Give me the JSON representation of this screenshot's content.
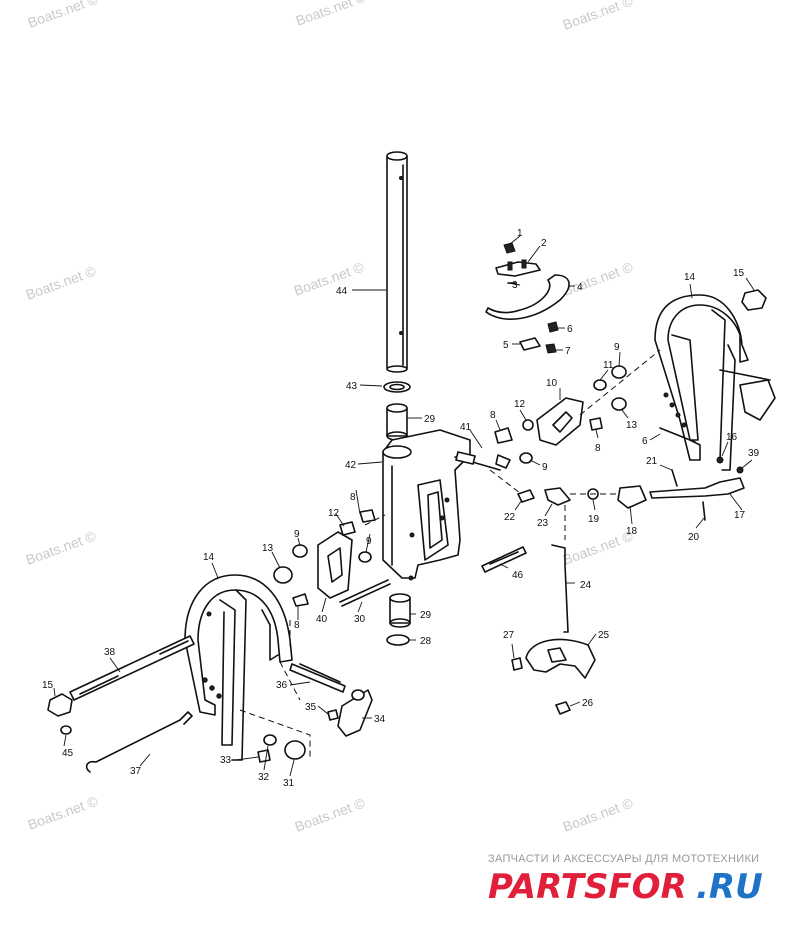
{
  "watermarks": [
    "Boats.net ©",
    "Boats.net ©",
    "Boats.net ©",
    "Boats.net ©",
    "Boats.net ©",
    "Boats.net ©",
    "Boats.net ©",
    "Boats.net ©",
    "Boats.net ©"
  ],
  "labels": {
    "l1": "1",
    "l2": "2",
    "l3": "3",
    "l4": "4",
    "l5": "5",
    "l6": "6",
    "l7": "7",
    "l8a": "8",
    "l8b": "8",
    "l8c": "8",
    "l8d": "8",
    "l9a": "9",
    "l9b": "9",
    "l9c": "9",
    "l9d": "9",
    "l10": "10",
    "l11": "11",
    "l12a": "12",
    "l12b": "12",
    "l13a": "13",
    "l13b": "13",
    "l14a": "14",
    "l14b": "14",
    "l15a": "15",
    "l15b": "15",
    "l16": "16",
    "l17": "17",
    "l18": "18",
    "l19": "19",
    "l20": "20",
    "l21": "21",
    "l22": "22",
    "l23": "23",
    "l24": "24",
    "l25": "25",
    "l26": "26",
    "l27": "27",
    "l28": "28",
    "l29a": "29",
    "l29b": "29",
    "l30": "30",
    "l31": "31",
    "l32": "32",
    "l33": "33",
    "l34": "34",
    "l35": "35",
    "l36": "36",
    "l37": "37",
    "l38": "38",
    "l39": "39",
    "l40": "40",
    "l41": "41",
    "l42": "42",
    "l43": "43",
    "l44": "44",
    "l45": "45",
    "l46": "46",
    "l6b": "6"
  },
  "logo": {
    "tagline": "ЗАПЧАСТИ И АКСЕССУАРЫ ДЛЯ МОТОТЕХНИКИ",
    "brand": "PARTSFOR",
    "domain": ".RU"
  }
}
